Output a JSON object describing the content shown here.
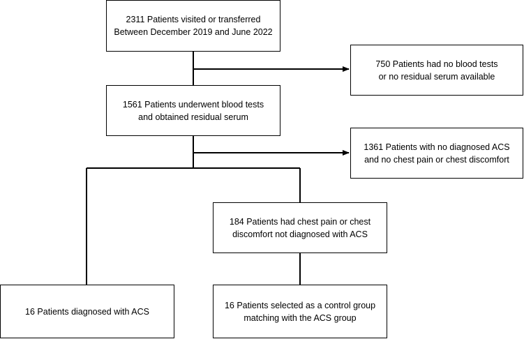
{
  "flowchart": {
    "boxes": {
      "visited": {
        "line1": "2311 Patients visited or transferred",
        "line2": "Between December 2019 and June 2022"
      },
      "excluded_no_blood": {
        "line1": "750 Patients had no blood tests",
        "line2": "or no residual serum available"
      },
      "blood_tests": {
        "line1": "1561 Patients underwent blood tests",
        "line2": "and obtained residual serum"
      },
      "excluded_no_acs": {
        "line1": "1361 Patients with no diagnosed ACS",
        "line2": "and no chest pain or chest discomfort"
      },
      "chest_pain": {
        "line1": "184 Patients had chest pain or chest",
        "line2": "discomfort not diagnosed with ACS"
      },
      "acs": {
        "line1": "16 Patients diagnosed with ACS"
      },
      "control": {
        "line1": "16 Patients selected as a control group",
        "line2": "matching with the ACS group"
      }
    },
    "colors": {
      "line": "#000000",
      "box_border": "#000000",
      "box_fill": "#ffffff",
      "text": "#000000"
    }
  }
}
